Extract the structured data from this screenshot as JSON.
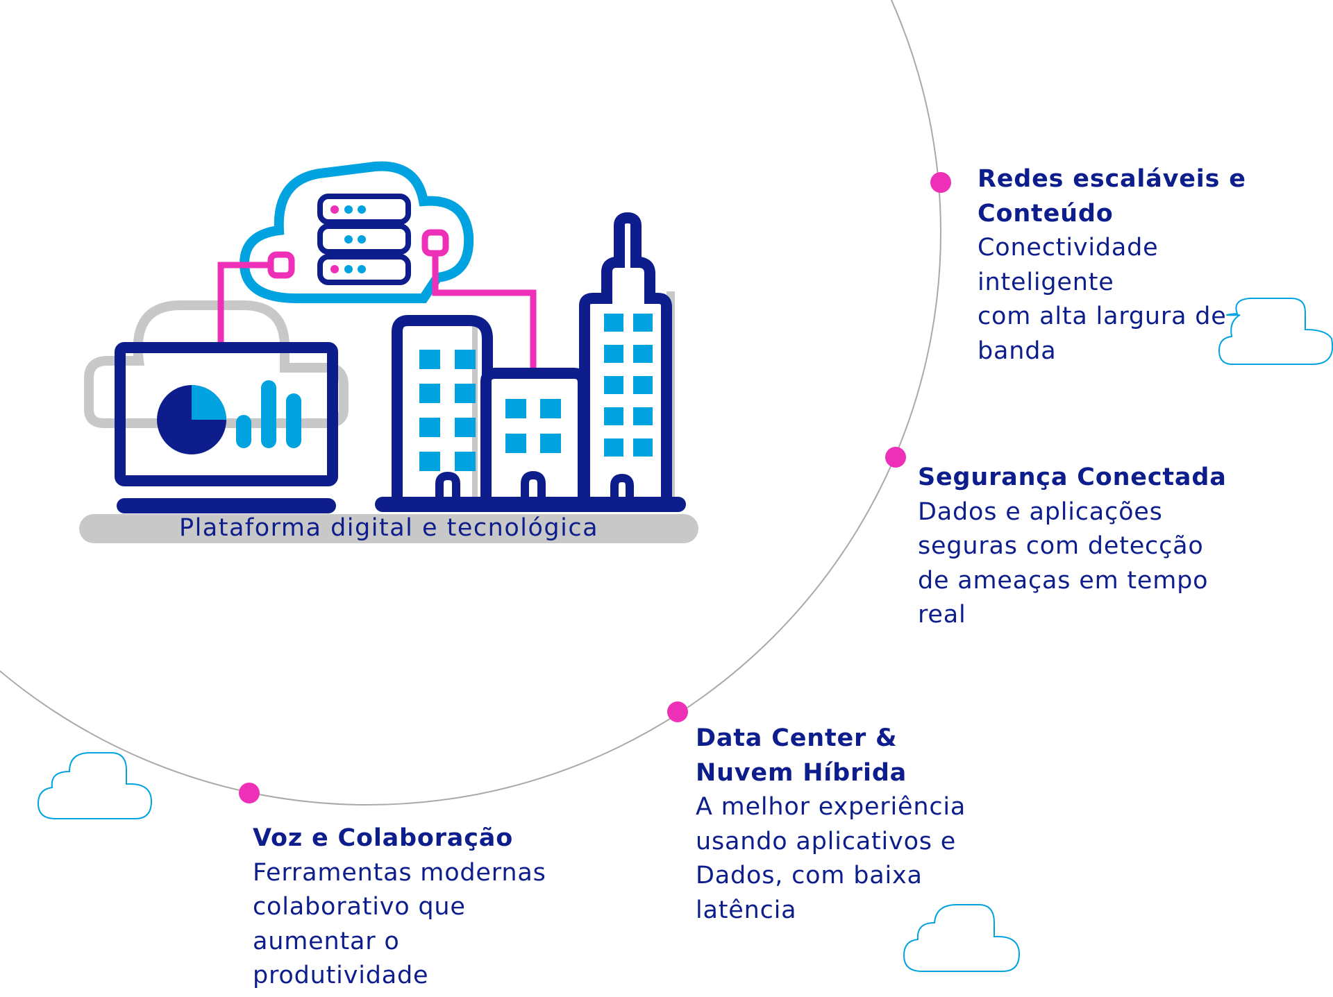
{
  "colors": {
    "navy": "#0d1e8c",
    "pink": "#ee2fb8",
    "cyan": "#00a3e0",
    "gray": "#c8c8c8",
    "circle": "#a9a9a9"
  },
  "icons": {
    "cloud_server": "cloud-server-icon",
    "laptop_chart": "laptop-chart-icon",
    "city_buildings": "city-buildings-icon",
    "decorative_cloud": "cloud-outline-icon"
  },
  "platform": {
    "caption": "Plataforma digital e tecnológica"
  },
  "features": [
    {
      "title": "Redes escaláveis e\nConteúdo",
      "description": "Conectividade\ninteligente\ncom alta largura de\nbanda"
    },
    {
      "title": "Segurança Conectada",
      "description": "Dados e aplicações\nseguras com detecção\nde ameaças em tempo\nreal"
    },
    {
      "title": "Data Center &\nNuvem Híbrida",
      "description": "A melhor experiência\nusando aplicativos e\nDados, com baixa\nlatência"
    },
    {
      "title": "Voz e Colaboração",
      "description": "Ferramentas modernas\ncolaborativo que\naumentar o\nprodutividade"
    }
  ]
}
